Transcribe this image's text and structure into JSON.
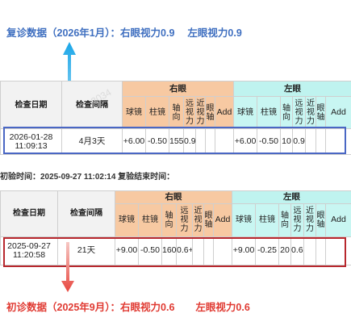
{
  "top_caption": {
    "main": "复诊数据（2026年1月）：",
    "right": "右眼视力0.9",
    "left": "左眼视力0.9"
  },
  "bottom_caption": {
    "main": "初诊数据（2025年9月）：",
    "right": "右眼视力0.6",
    "left": "左眼视力0.6"
  },
  "headers": {
    "date": "检查日期",
    "interval": "检查间隔",
    "right_eye": "右眼",
    "left_eye": "左眼",
    "cols": [
      "球镜",
      "柱镜",
      "轴向",
      "远视力",
      "近视力",
      "眼轴",
      "Add"
    ]
  },
  "status_line": "初验时间：2025-09-27 11:02:14 复验结束时间：",
  "watermark": "2034",
  "followup": {
    "date": "2026-01-28",
    "time": "11:09:13",
    "interval": "4月3天",
    "right": {
      "sphere": "+6.00",
      "cylinder": "-0.50",
      "axis": "155",
      "distance_va": "0.9",
      "near_va": "",
      "axial": "",
      "add": ""
    },
    "left": {
      "sphere": "+6.00",
      "cylinder": "-0.50",
      "axis": "10",
      "distance_va": "0.9",
      "near_va": "",
      "axial": "",
      "add": ""
    }
  },
  "initial": {
    "date": "2025-09-27",
    "time": "11:20:58",
    "interval": "21天",
    "right": {
      "sphere": "+9.00",
      "cylinder": "-0.50",
      "axis": "160",
      "distance_va": "0.6+",
      "near_va": "",
      "axial": "",
      "add": ""
    },
    "left": {
      "sphere": "+9.00",
      "cylinder": "-0.25",
      "axis": "20",
      "distance_va": "0.6+",
      "near_va": "",
      "axial": "",
      "add": ""
    }
  },
  "colors": {
    "blue": "#3f6fc0",
    "red": "#e03a32",
    "orange_header": "#f7c9a2",
    "cyan_header": "#bff3ef"
  }
}
